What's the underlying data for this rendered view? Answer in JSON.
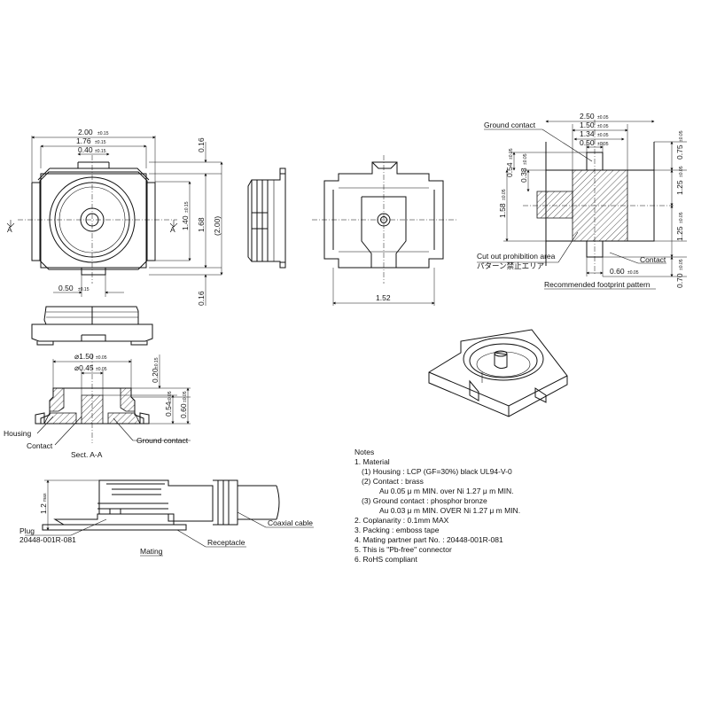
{
  "top_view": {
    "dim_top": "2.00",
    "tol_top": "±0.15",
    "dim_inner": "1.76",
    "tol_inner": "±0.15",
    "dim_slot": "0.40",
    "tol_slot": "±0.15",
    "dim_bottom": "0.50",
    "tol_bottom": "±0.15",
    "dim_v_top": "0.16",
    "dim_v_bottom": "0.16",
    "dim_v_inner": "1.40",
    "tol_v_inner": "±0.15",
    "dim_v_mid": "1.68",
    "dim_v_total": "(2.00)",
    "section_left": "A",
    "section_right": "A"
  },
  "bottom_view": {
    "dim_width": "1.52"
  },
  "section_view": {
    "dim_outer": "⌀1.50",
    "tol_outer": "±0.05",
    "dim_inner": "⌀0.45",
    "tol_inner": "±0.05",
    "dim_top": "0.20",
    "tol_top": "±0.15",
    "dim_h1": "0.54",
    "tol_h1": "±0.05",
    "dim_h2": "0.60",
    "tol_h2": "±0.05",
    "label_housing": "Housing",
    "label_contact": "Contact",
    "label_ground": "Ground contact",
    "caption": "Sect. A-A"
  },
  "mating_view": {
    "dim_height": "1.2",
    "dim_height_sub": "max",
    "label_plug": "Plug",
    "label_plug_part": "20448-001R-081",
    "label_cable": "Coaxial cable",
    "label_receptacle": "Receptacle",
    "caption": "Mating"
  },
  "footprint": {
    "label_ground": "Ground contact",
    "label_contact": "Contact",
    "label_cutout_en": "Cut out prohibition area",
    "label_cutout_jp": "パターン禁止エリア",
    "caption": "Recommended footprint pattern",
    "dim_2_50": "2.50",
    "dim_1_50": "1.50",
    "dim_1_34": "1.34",
    "dim_0_50": "0.50",
    "dim_0_60": "0.60",
    "tol_005": "±0.05",
    "dim_0_54": "0.54",
    "dim_0_38": "0.38",
    "dim_1_58": "1.58",
    "dim_0_75": "0.75",
    "dim_1_25a": "1.25",
    "dim_1_25b": "1.25",
    "dim_0_70": "0.70"
  },
  "notes": {
    "title": "Notes",
    "lines": [
      "1. Material",
      "(1) Housing : LCP (GF=30%) black UL94-V-0",
      "(2) Contact : brass",
      "Au 0.05 μ m MIN. over Ni 1.27 μ m MIN.",
      "(3) Ground contact : phosphor bronze",
      "Au 0.03 μ m MIN. OVER Ni 1.27 μ m MIN.",
      "2. Coplanarity : 0.1mm MAX",
      "3. Packing : emboss tape",
      "4. Mating partner part No. : 20448-001R-081",
      "5. This is \"Pb-free\" connector",
      "6. RoHS compliant"
    ]
  }
}
